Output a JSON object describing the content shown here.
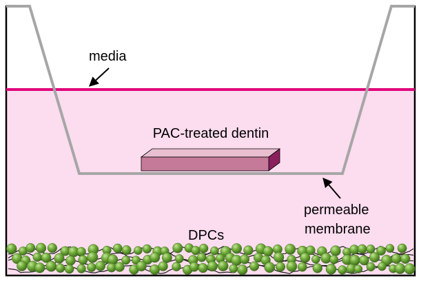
{
  "labels": {
    "media": "media",
    "specimen": "PAC-treated dentin",
    "membrane_line1": "permeable",
    "membrane_line2": "membrane",
    "cells": "DPCs"
  },
  "colors": {
    "background": "#ffffff",
    "outline": "#000000",
    "medium_fill": "#fcdcef",
    "media_line": "#e0007a",
    "insert_wall": "#a6a6a6",
    "dentin_front": "#c47a98",
    "dentin_top": "#e9bfd0",
    "dentin_side": "#8b1f5e",
    "cell_fill": "#6fa83a",
    "cell_highlight": "#b9dc8c",
    "cell_shadow": "#3e6e1c",
    "fiber": "#1a1a1a"
  },
  "icons": {
    "media_arrow": "arrow-icon",
    "membrane_arrow": "arrow-icon"
  }
}
